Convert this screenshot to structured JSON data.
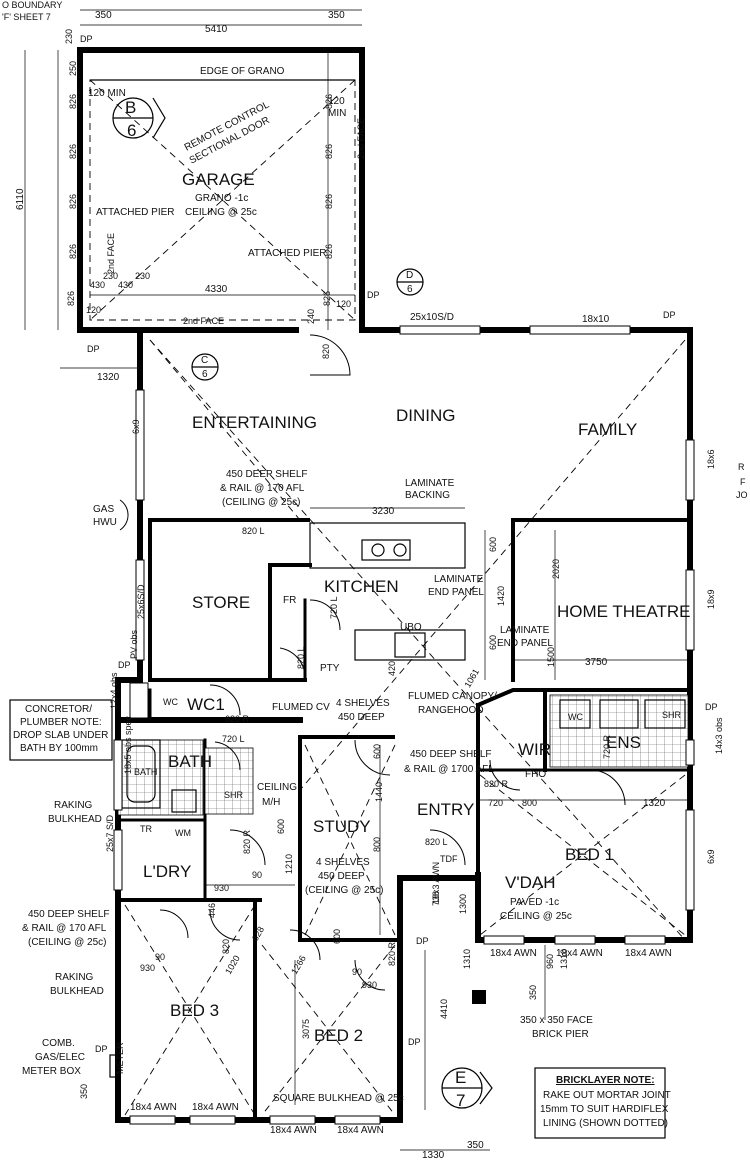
{
  "rooms": {
    "garage": "GARAGE",
    "entertaining": "ENTERTAINING",
    "dining": "DINING",
    "family": "FAMILY",
    "store": "STORE",
    "kitchen": "KITCHEN",
    "home_theatre": "HOME THEATRE",
    "wc1": "WC1",
    "bath": "BATH",
    "ldry": "L'DRY",
    "study": "STUDY",
    "entry": "ENTRY",
    "wir": "WIR",
    "ens": "ENS",
    "bed1": "BED 1",
    "vdah": "V'DAH",
    "bed3": "BED 3",
    "bed2": "BED 2"
  },
  "garage_notes": {
    "finish": "GRANO -1c",
    "ceiling": "CEILING @ 25c",
    "edge": "EDGE OF GRANO",
    "door_l1": "REMOTE CONTROL",
    "door_l2": "SECTIONAL DOOR",
    "pier_left": "ATTACHED PIER",
    "pier_right": "ATTACHED PIER",
    "min_left": "120 MIN",
    "min_right_1": "120",
    "min_right_2": "MIN",
    "face_bottom": "2nd FACE",
    "face_left": "2nd FACE",
    "face_right": "2nd FACE"
  },
  "top_left": {
    "boundary1": "O BOUNDARY",
    "boundary2": "'F' SHEET 7"
  },
  "section_markers": {
    "b_letter": "B",
    "b_num": "6",
    "c_letter": "C",
    "c_num": "6",
    "d_letter": "D",
    "d_num": "6",
    "e_letter": "E",
    "e_num": "7"
  },
  "dimensions": {
    "top_350_left": "350",
    "top_350_right": "350",
    "top_5410": "5410",
    "left_6110": "6110",
    "garage_4330": "4330",
    "d_1320_left": "1320",
    "d_3230": "3230",
    "d_3750": "3750",
    "d_1500": "1500",
    "d_2020": "2020",
    "d_1420": "1420",
    "d_600_a": "600",
    "d_600_b": "600",
    "d_1061": "1061",
    "d_420": "420",
    "d_1440": "1440",
    "d_800_a": "800",
    "d_800_b": "800",
    "d_720": "720",
    "d_1320_right": "1320",
    "d_930_a": "930",
    "d_930_b": "930",
    "d_930_c": "930",
    "d_90_a": "90",
    "d_90_b": "90",
    "d_90_c": "90",
    "d_1210": "1210",
    "d_3075": "3075",
    "d_4410": "4410",
    "d_1310_a": "1310",
    "d_1310_b": "1310",
    "d_960": "960",
    "d_350_pier": "350",
    "d_1300": "1300",
    "d_738": "738",
    "d_1330": "1330",
    "d_350_bottom": "350",
    "d_350_bl": "350",
    "d_446": "446",
    "d_628": "628",
    "d_1266": "1266",
    "d_1020": "1020",
    "d_600_c": "600",
    "d_600_d": "600",
    "d_600_e": "600",
    "g_826": "826",
    "g_230": "230",
    "g_250": "250",
    "g_430": "430",
    "g_120": "120",
    "g_240": "240"
  },
  "windows": {
    "w_25x10sd": "25x10S/D",
    "w_18x10": "18x10",
    "w_18x6_r1": "18x6",
    "w_18x9": "18x9",
    "w_14x3": "14x3 obs",
    "w_6x9_r": "6x9",
    "w_6x9_l": "6x9",
    "w_25x6sd": "25x6S/D",
    "w_12x4": "12x4 obs",
    "w_18x5": "18x5 obs spec",
    "w_25x7": "25x7 S/D",
    "w_18x3": "18x3 AWN",
    "awn": "18x4 AWN"
  },
  "notes": {
    "shelf1_l1": "450 DEEP SHELF",
    "shelf1_l2": "& RAIL @ 170 AFL",
    "shelf1_l3": "(CEILING @ 25c)",
    "laminate_backing_1": "LAMINATE",
    "laminate_backing_2": "BACKING",
    "laminate_end_1": "LAMINATE",
    "laminate_end_2": "END PANEL",
    "laminate_end2_1": "LAMINATE",
    "laminate_end2_2": "END PANEL",
    "gas_hwu_1": "GAS",
    "gas_hwu_2": "HWU",
    "pv_obs": "PV obs",
    "fr": "FR",
    "pty": "PTY",
    "ubo": "UBO",
    "flumed_cv": "FLUMED CV",
    "shelves4_1": "4 SHELVES",
    "shelves4_2": "450 DEEP",
    "canopy_1": "FLUMED CANOPY/",
    "canopy_2": "RANGEHOOD",
    "shelf2_1": "450 DEEP SHELF",
    "shelf2_2": "& RAIL @ 1700 AFL",
    "concretor_1": "CONCRETOR/",
    "concretor_2": "PLUMBER NOTE:",
    "concretor_3": "DROP SLAB UNDER",
    "concretor_4": "BATH BY 100mm",
    "raking_1": "RAKING",
    "raking_2": "BULKHEAD",
    "raking2_1": "RAKING",
    "raking2_2": "BULKHEAD",
    "tr": "TR",
    "wm": "WM",
    "ceiling_mh_1": "CEILING",
    "ceiling_mh_2": "M/H",
    "shelves_study_1": "4 SHELVES",
    "shelves_study_2": "450 DEEP",
    "shelves_study_3": "(CEILING @ 25c)",
    "tdf": "TDF",
    "fho": "FHO",
    "vdah_1": "PAVED -1c",
    "vdah_2": "CEILING @ 25c",
    "shelf3_1": "450 DEEP SHELF",
    "shelf3_2": "& RAIL @ 170 AFL",
    "shelf3_3": "(CEILING @ 25c)",
    "comb_1": "COMB.",
    "comb_2": "GAS/ELEC",
    "comb_3": "METER BOX",
    "meter": "METER",
    "square_bulkhead": "SQUARE BULKHEAD @ 25c",
    "pier_1": "350 x 350 FACE",
    "pier_2": "BRICK PIER",
    "bricklayer_title": "BRICKLAYER NOTE:",
    "bricklayer_1": "RAKE OUT MORTAR JOINT",
    "bricklayer_2": "15mm TO SUIT HARDIFLEX",
    "bricklayer_3": "LINING (SHOWN DOTTED)",
    "d820l_1": "820 L",
    "d820l_2": "820 L",
    "d820l_3": "820 L",
    "d620r": "620 R",
    "d720l": "720 L",
    "d720r": "720 R",
    "d820r_1": "820 R",
    "d820r_2": "820 R",
    "d820r_3": "820 R",
    "d820_g": "820",
    "d820_s": "820",
    "d720l_e": "720 L",
    "shr_1": "SHR",
    "shr_2": "SHR",
    "wc_1": "WC",
    "wc_2": "WC",
    "dp": "DP",
    "ro_1": "R",
    "ro_2": "F",
    "ro_3": "JO"
  }
}
